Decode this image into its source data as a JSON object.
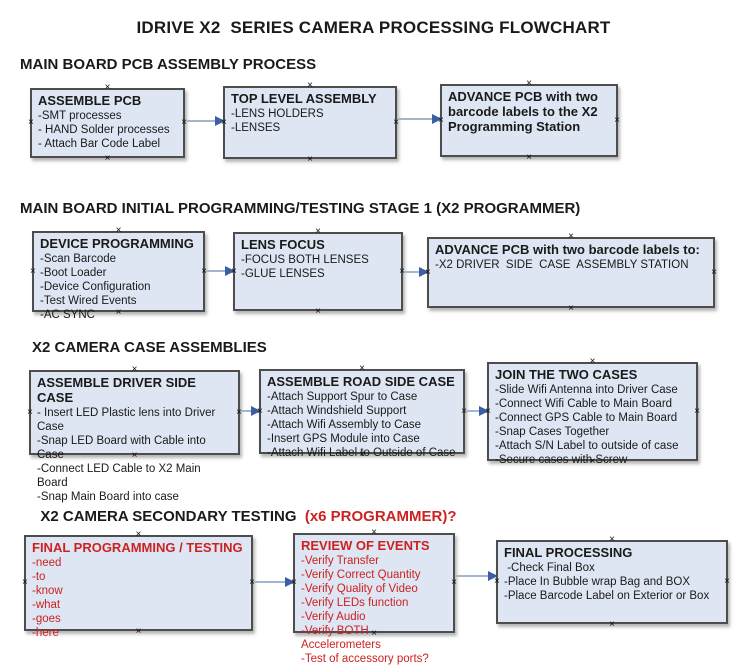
{
  "title": "IDRIVE X2  SERIES CAMERA PROCESSING FLOWCHART",
  "colors": {
    "box_fill": "#dde6f2",
    "box_border": "#4d4d4d",
    "arrow_line": "#a3b6cf",
    "arrow_head": "#3a5fa5",
    "red_text": "#cc2222",
    "text": "#1a1a1a"
  },
  "glyphs": {
    "connector": "×"
  },
  "sections": [
    {
      "heading": "MAIN BOARD PCB ASSEMBLY PROCESS",
      "boxes": [
        {
          "title": "ASSEMBLE PCB",
          "items": [
            "-SMT processes",
            "- HAND Solder processes",
            "- Attach Bar Code Label"
          ]
        },
        {
          "title": "TOP LEVEL ASSEMBLY",
          "items": [
            "-LENS HOLDERS",
            "-LENSES"
          ]
        },
        {
          "title": "ADVANCE PCB with two barcode labels to the X2 Programming Station",
          "items": []
        }
      ]
    },
    {
      "heading": "MAIN BOARD INITIAL PROGRAMMING/TESTING STAGE 1 (X2 PROGRAMMER)",
      "boxes": [
        {
          "title": "DEVICE PROGRAMMING",
          "items": [
            "-Scan Barcode",
            "-Boot Loader",
            "-Device Configuration",
            "-Test Wired Events",
            "-AC SYNC"
          ]
        },
        {
          "title": "LENS FOCUS",
          "items": [
            "-FOCUS BOTH LENSES",
            "-GLUE LENSES"
          ]
        },
        {
          "title": "ADVANCE PCB with two barcode labels to:",
          "items": [
            "-X2 DRIVER  SIDE  CASE  ASSEMBLY STATION"
          ]
        }
      ]
    },
    {
      "heading": "X2 CAMERA CASE ASSEMBLIES",
      "boxes": [
        {
          "title": "ASSEMBLE DRIVER SIDE CASE",
          "items": [
            "- Insert LED Plastic lens into Driver Case",
            "-Snap LED Board with Cable into Case",
            "-Connect LED Cable to X2 Main Board",
            "-Snap Main Board into case"
          ]
        },
        {
          "title": "ASSEMBLE ROAD SIDE CASE",
          "items": [
            "-Attach Support Spur to Case",
            "-Attach Windshield Support",
            "-Attach Wifi Assembly to Case",
            "-Insert GPS Module into Case",
            "-Attach Wifi Label to Outside of Case"
          ]
        },
        {
          "title": "JOIN THE TWO CASES",
          "items": [
            "-Slide Wifi Antenna into Driver Case",
            "-Connect Wifi Cable to Main Board",
            "-Connect GPS Cable to Main Board",
            "-Snap Cases Together",
            "-Attach S/N Label to outside of case",
            "-Secure cases with Screw"
          ]
        }
      ]
    },
    {
      "heading": "X2 CAMERA SECONDARY TESTING ",
      "heading_suffix": " (x6 PROGRAMMER)?",
      "boxes": [
        {
          "title": "FINAL PROGRAMMING / TESTING",
          "red": true,
          "items": [
            "-need",
            "-to",
            "-know",
            "-what",
            "-goes",
            "-here"
          ]
        },
        {
          "title": "REVIEW OF EVENTS",
          "red": true,
          "items": [
            "-Verify Transfer",
            "-Verify Correct Quantity",
            "-Verify Quality of Video",
            "-Verify LEDs function",
            "-Verify Audio",
            "-Verify BOTH Accelerometers",
            "-Test of accessory ports?"
          ]
        },
        {
          "title": "FINAL PROCESSING",
          "items": [
            " -Check Final Box",
            "-Place In Bubble wrap Bag and BOX",
            "-Place Barcode Label on Exterior or Box"
          ]
        }
      ]
    }
  ]
}
